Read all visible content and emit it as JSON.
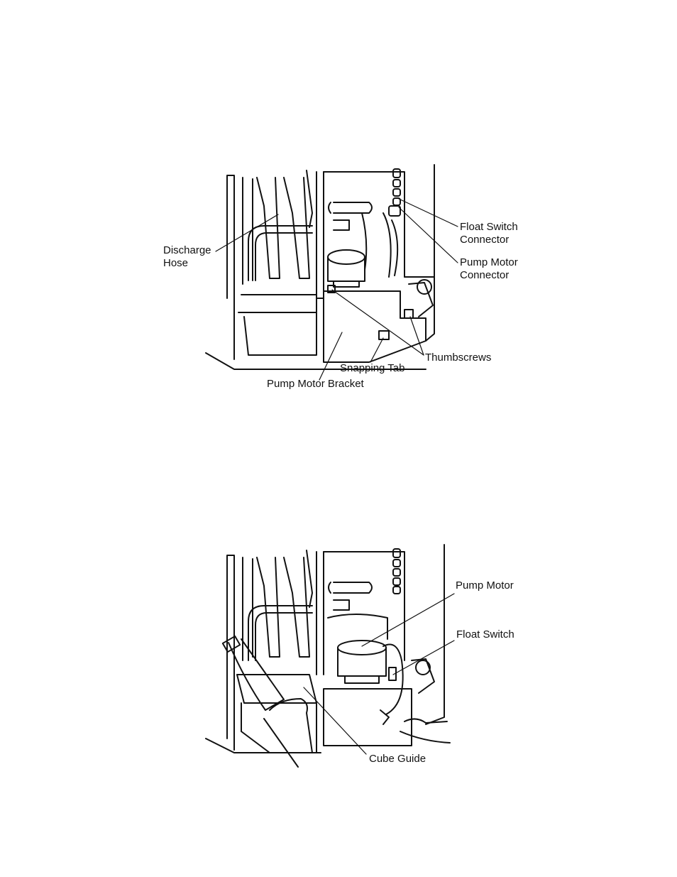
{
  "figure1": {
    "labels": {
      "discharge_hose_1": "Discharge",
      "discharge_hose_2": "Hose",
      "float_switch_connector_1": "Float Switch",
      "float_switch_connector_2": "Connector",
      "pump_motor_connector_1": "Pump Motor",
      "pump_motor_connector_2": "Connector",
      "thumbscrews": "Thumbscrews",
      "snapping_tab": "Snapping Tab",
      "pump_motor_bracket": "Pump Motor Bracket"
    }
  },
  "figure2": {
    "labels": {
      "pump_motor": "Pump Motor",
      "float_switch": "Float Switch",
      "cube_guide": "Cube Guide"
    }
  }
}
